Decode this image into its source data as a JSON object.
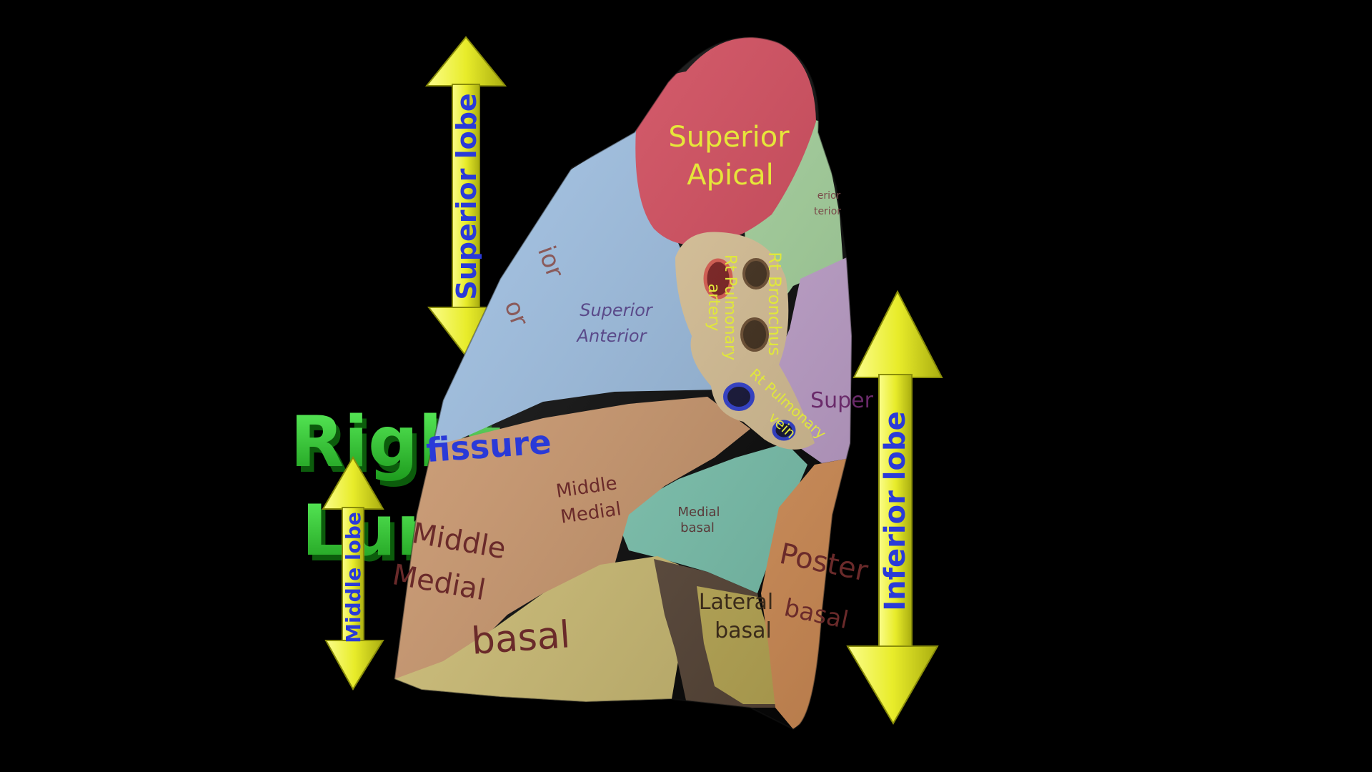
{
  "colors": {
    "background": "#000000",
    "title_text": "#2fd52f",
    "arrow_fill": "#e8ec2a",
    "arrow_label": "#2a3ad8",
    "fissure_label": "#2a3ad8",
    "superior_apical": "#d94558",
    "superior_anterior": "#9cc0e6",
    "superior_posterior": "#a9dba0",
    "hilum": "#e3c99a",
    "middle_medial": "#d29a6c",
    "medial_basal": "#7fcfb8",
    "lateral_basal": "#5a4636",
    "anterior_basal": "#d8c676",
    "posterior_basal": "#e69a5c",
    "superior_inferior": "#c9a7d6",
    "dark_label": "#6a2a2a",
    "hilum_label": "#e0e83a"
  },
  "title": {
    "line1": "Right",
    "line2": "Lung"
  },
  "arrows": {
    "superior_lobe": "Superior lobe",
    "middle_lobe": "Middle lobe",
    "inferior_lobe": "Inferior lobe"
  },
  "fissure_label": "fissure",
  "segments": {
    "superior_apical_1": "Superior",
    "superior_apical_2": "Apical",
    "superior_anterior_1": "Superior",
    "superior_anterior_2": "Anterior",
    "posterior_partial_1": "erior",
    "posterior_partial_2": "terior",
    "superior_posterior_side_1": "ior",
    "superior_posterior_side_2": "or",
    "middle_medial_small_1": "Middle",
    "middle_medial_small_2": "Medial",
    "middle_medial_big_1": "Middle",
    "middle_medial_big_2": "Medial",
    "medial_basal_1": "Medial",
    "medial_basal_2": "basal",
    "basal": "basal",
    "lateral_basal_1": "Lateral",
    "lateral_basal_2": "basal",
    "posterior_basal_1": "Poster",
    "posterior_basal_2": "basal",
    "superior_right": "Super"
  },
  "hilum": {
    "artery_1": "Rt Pulmonary",
    "artery_2": "artery",
    "bronchus": "Rt Bronchus",
    "vein_1": "Rt Pulmonary",
    "vein_2": "vein"
  }
}
